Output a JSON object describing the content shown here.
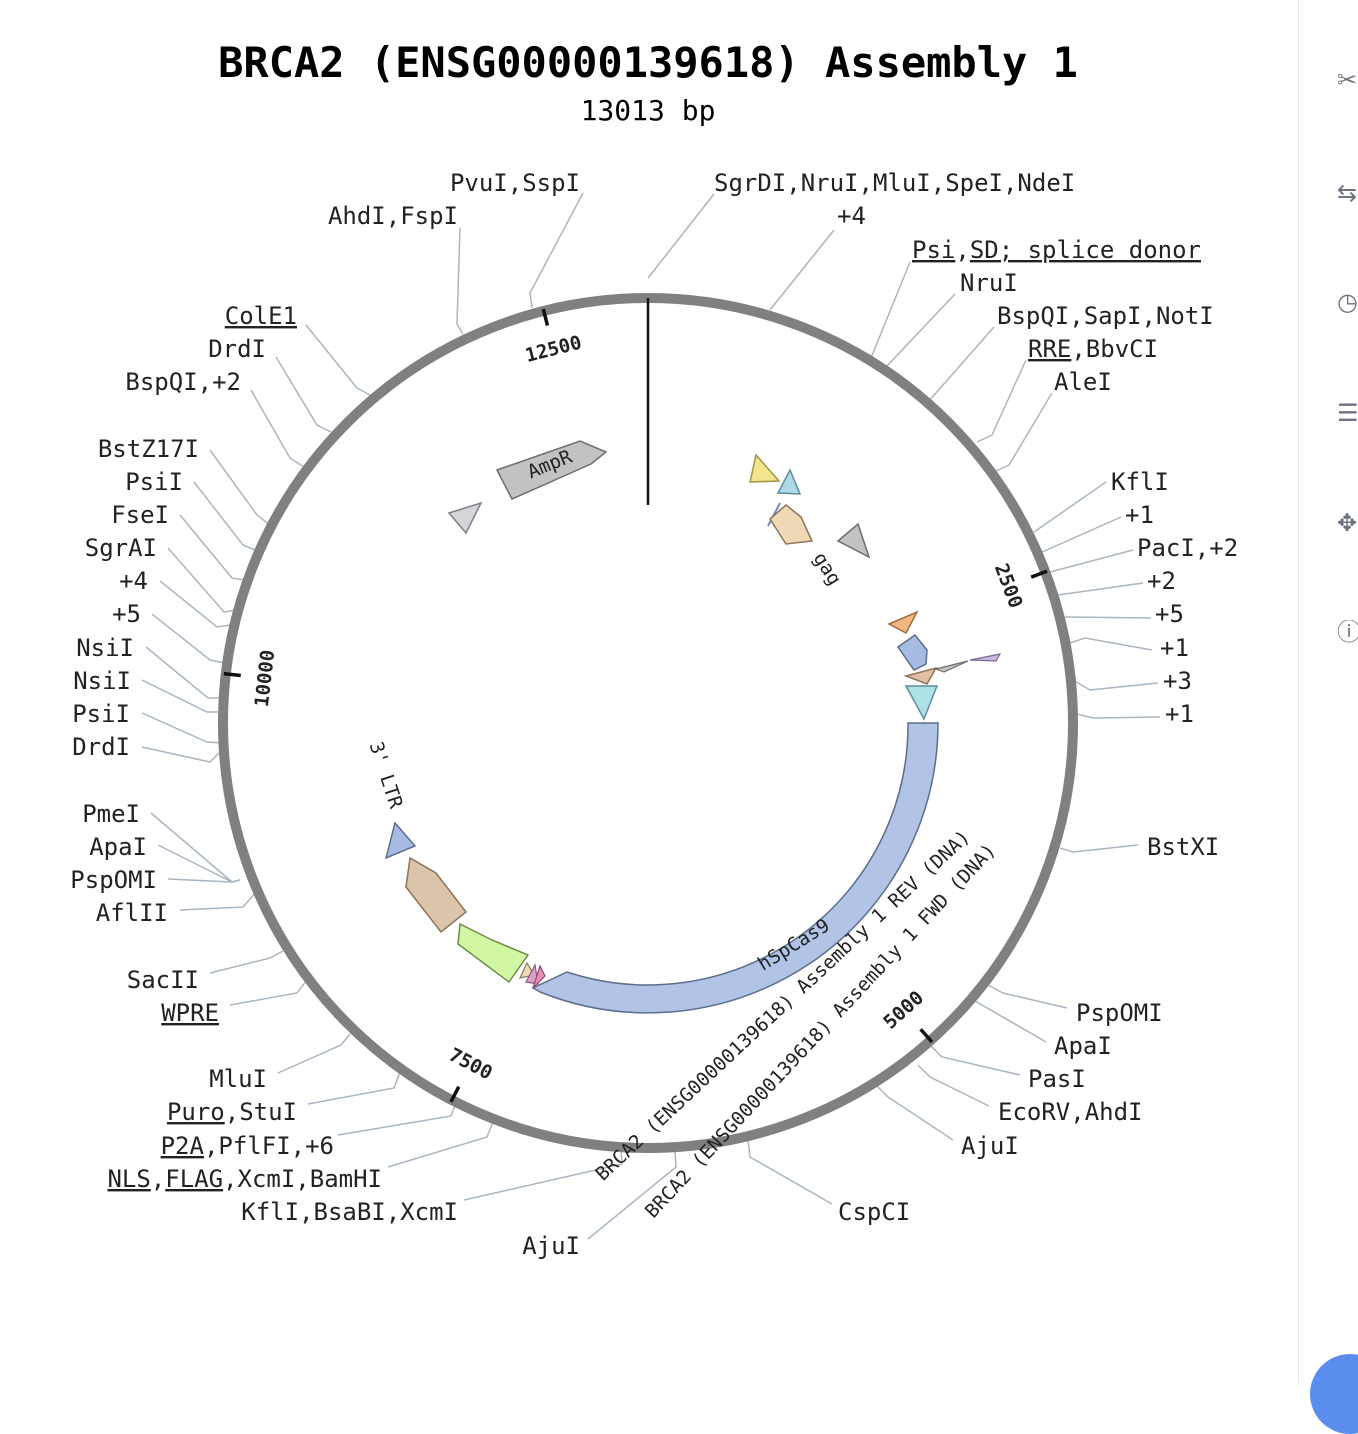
{
  "title": "BRCA2 (ENSG00000139618) Assembly 1",
  "subtitle": "13013 bp",
  "map": {
    "total_bp": 13013,
    "ticks": [
      {
        "bp": 2500,
        "label": "2500"
      },
      {
        "bp": 5000,
        "label": "5000"
      },
      {
        "bp": 7500,
        "label": "7500"
      },
      {
        "bp": 10000,
        "label": "10000"
      },
      {
        "bp": 12500,
        "label": "12500"
      }
    ],
    "colors": {
      "backbone": "#808080",
      "leader": "#a9b6c2",
      "tick": "#111111"
    }
  },
  "features": [
    {
      "name": "hSpCas9",
      "label": "hSpCas9",
      "color": "#b1c4e6"
    },
    {
      "name": "AmpR",
      "label": "AmpR",
      "color": "#c4c1c1"
    },
    {
      "name": "gag",
      "label": "gag",
      "color": "#f0d9b7"
    },
    {
      "name": "3' LTR",
      "label": "3' LTR",
      "color": "#a7bce4"
    },
    {
      "name": "BRCA2 (ENSG00000139618) Assembly 1 REV (DNA)",
      "label": "BRCA2 (ENSG00000139618) Assembly 1 REV (DNA)",
      "color": "#000000"
    },
    {
      "name": "BRCA2 (ENSG00000139618) Assembly 1 FWD (DNA)",
      "label": "BRCA2 (ENSG00000139618) Assembly 1 FWD (DNA)",
      "color": "#000000"
    }
  ],
  "labels": [
    {
      "parts": [
        "SgrDI,NruI,MluI,SpeI,NdeI"
      ]
    },
    {
      "parts": [
        "+4"
      ]
    },
    {
      "parts": [
        {
          "t": "Psi",
          "u": true
        },
        ",",
        {
          "t": "SD; splice donor",
          "u": true
        }
      ]
    },
    {
      "parts": [
        "NruI"
      ]
    },
    {
      "parts": [
        "BspQI,SapI,NotI"
      ]
    },
    {
      "parts": [
        {
          "t": "RRE",
          "u": true
        },
        ",BbvCI"
      ]
    },
    {
      "parts": [
        "AleI"
      ]
    },
    {
      "parts": [
        "KflI"
      ]
    },
    {
      "parts": [
        "+1"
      ]
    },
    {
      "parts": [
        "PacI,+2"
      ]
    },
    {
      "parts": [
        "+2"
      ]
    },
    {
      "parts": [
        "+5"
      ]
    },
    {
      "parts": [
        "+1"
      ]
    },
    {
      "parts": [
        "+3"
      ]
    },
    {
      "parts": [
        "+1"
      ]
    },
    {
      "parts": [
        "BstXI"
      ]
    },
    {
      "parts": [
        "PspOMI"
      ]
    },
    {
      "parts": [
        "ApaI"
      ]
    },
    {
      "parts": [
        "PasI"
      ]
    },
    {
      "parts": [
        "EcoRV,AhdI"
      ]
    },
    {
      "parts": [
        "AjuI"
      ]
    },
    {
      "parts": [
        "CspCI"
      ]
    },
    {
      "parts": [
        "AjuI"
      ]
    },
    {
      "parts": [
        "KflI,BsaBI,XcmI"
      ]
    },
    {
      "parts": [
        {
          "t": "NLS",
          "u": true
        },
        ",",
        {
          "t": "FLAG",
          "u": true
        },
        ",XcmI,BamHI"
      ]
    },
    {
      "parts": [
        {
          "t": "P2A",
          "u": true
        },
        ",PflFI,+6"
      ]
    },
    {
      "parts": [
        {
          "t": "Puro",
          "u": true
        },
        ",StuI"
      ]
    },
    {
      "parts": [
        "MluI"
      ]
    },
    {
      "parts": [
        {
          "t": "WPRE",
          "u": true
        }
      ]
    },
    {
      "parts": [
        "SacII"
      ]
    },
    {
      "parts": [
        "AflII"
      ]
    },
    {
      "parts": [
        "PspOMI"
      ]
    },
    {
      "parts": [
        "ApaI"
      ]
    },
    {
      "parts": [
        "PmeI"
      ]
    },
    {
      "parts": [
        "DrdI"
      ]
    },
    {
      "parts": [
        "PsiI"
      ]
    },
    {
      "parts": [
        "NsiI"
      ]
    },
    {
      "parts": [
        "NsiI"
      ]
    },
    {
      "parts": [
        "+5"
      ]
    },
    {
      "parts": [
        "+4"
      ]
    },
    {
      "parts": [
        "SgrAI"
      ]
    },
    {
      "parts": [
        "FseI"
      ]
    },
    {
      "parts": [
        "PsiI"
      ]
    },
    {
      "parts": [
        "BstZ17I"
      ]
    },
    {
      "parts": [
        "BspQI,+2"
      ]
    },
    {
      "parts": [
        "DrdI"
      ]
    },
    {
      "parts": [
        {
          "t": "ColE1",
          "u": true
        }
      ]
    },
    {
      "parts": [
        "AhdI,FspI"
      ]
    },
    {
      "parts": [
        "PvuI,SspI"
      ]
    }
  ],
  "sidebar": {
    "items": [
      {
        "icon": "scissors-icon"
      },
      {
        "icon": "swap-arrows-icon"
      },
      {
        "icon": "history-clock-icon"
      },
      {
        "icon": "list-lines-icon"
      },
      {
        "icon": "crosshair-icon"
      },
      {
        "icon": "info-icon"
      }
    ]
  },
  "fab": {
    "icon": "action-button-icon"
  }
}
